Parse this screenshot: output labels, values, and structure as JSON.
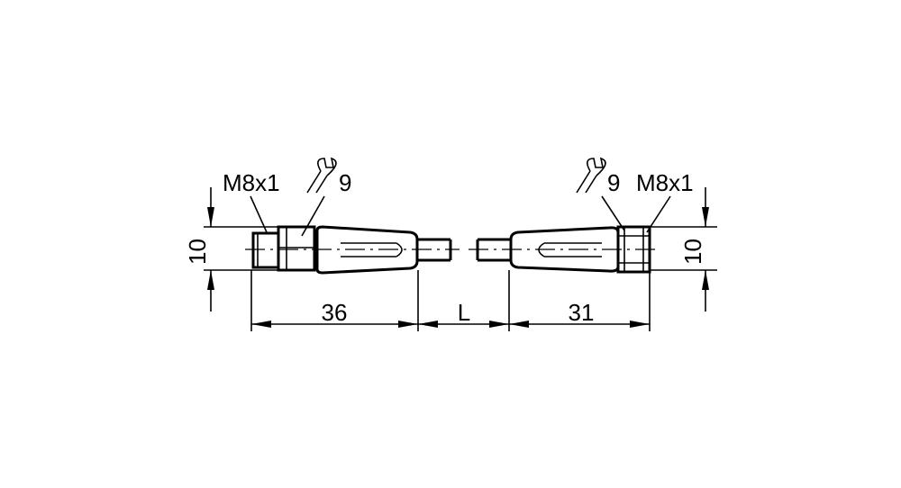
{
  "left_connector": {
    "thread_label": "M8x1",
    "wrench_size": "9",
    "diameter": "10",
    "length": "36"
  },
  "right_connector": {
    "thread_label": "M8x1",
    "wrench_size": "9",
    "diameter": "10",
    "length": "31"
  },
  "cable_length_label": "L",
  "colors": {
    "line": "#000000",
    "background": "#ffffff"
  }
}
